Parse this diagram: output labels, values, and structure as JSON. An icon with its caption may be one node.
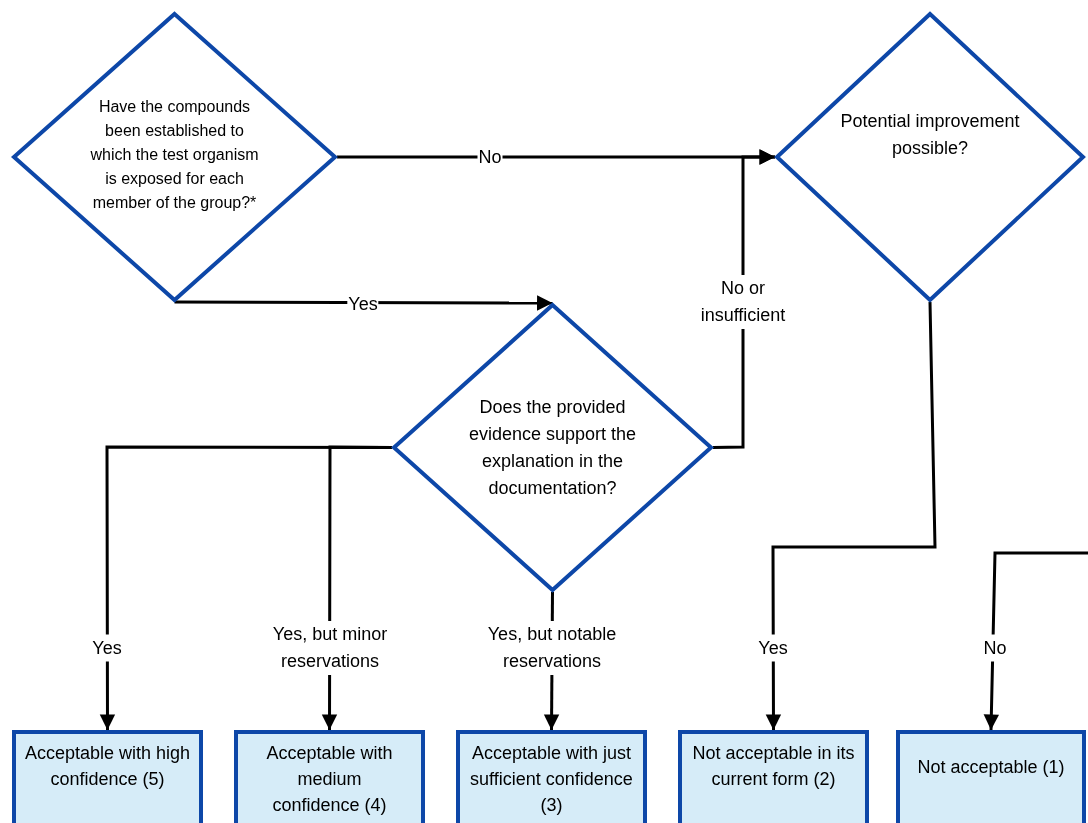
{
  "diagram": {
    "nodes": [
      {
        "text": [
          "Have the compounds been established to which the test organism is exposed for each member of the group?*"
        ]
      },
      {
        "text": [
          "Potential improvement possible?"
        ]
      },
      {
        "text": [
          "Does the provided evidence support the explanation in the documentation?"
        ]
      },
      {
        "text": [
          "Acceptable with high confidence (5)"
        ]
      },
      {
        "text": [
          "Acceptable with medium confidence  (4)"
        ]
      },
      {
        "text": [
          "Acceptable with just sufficient confidence (3)"
        ]
      },
      {
        "text": [
          "Not acceptable in its current form (2)"
        ]
      },
      {
        "text": [
          "Not acceptable (1)"
        ]
      }
    ],
    "edges": [
      {
        "from": 0,
        "to": 1,
        "arrow": "to",
        "label": "No"
      },
      {
        "from": 0,
        "to": 2,
        "arrow": "to",
        "label": "Yes"
      },
      {
        "from": 2,
        "to": 1,
        "arrow": "to",
        "label": "No or insufficient"
      },
      {
        "from": 2,
        "to": 3,
        "arrow": "to",
        "label": "Yes"
      },
      {
        "from": 2,
        "to": 4,
        "arrow": "to",
        "label": "Yes, but minor reservations"
      },
      {
        "from": 2,
        "to": 5,
        "arrow": "to",
        "label": "Yes, but notable reservations"
      },
      {
        "from": 1,
        "to": 6,
        "arrow": "to",
        "label": "Yes"
      },
      {
        "from": null,
        "to": 7,
        "arrow": "to",
        "label": "No"
      }
    ]
  }
}
